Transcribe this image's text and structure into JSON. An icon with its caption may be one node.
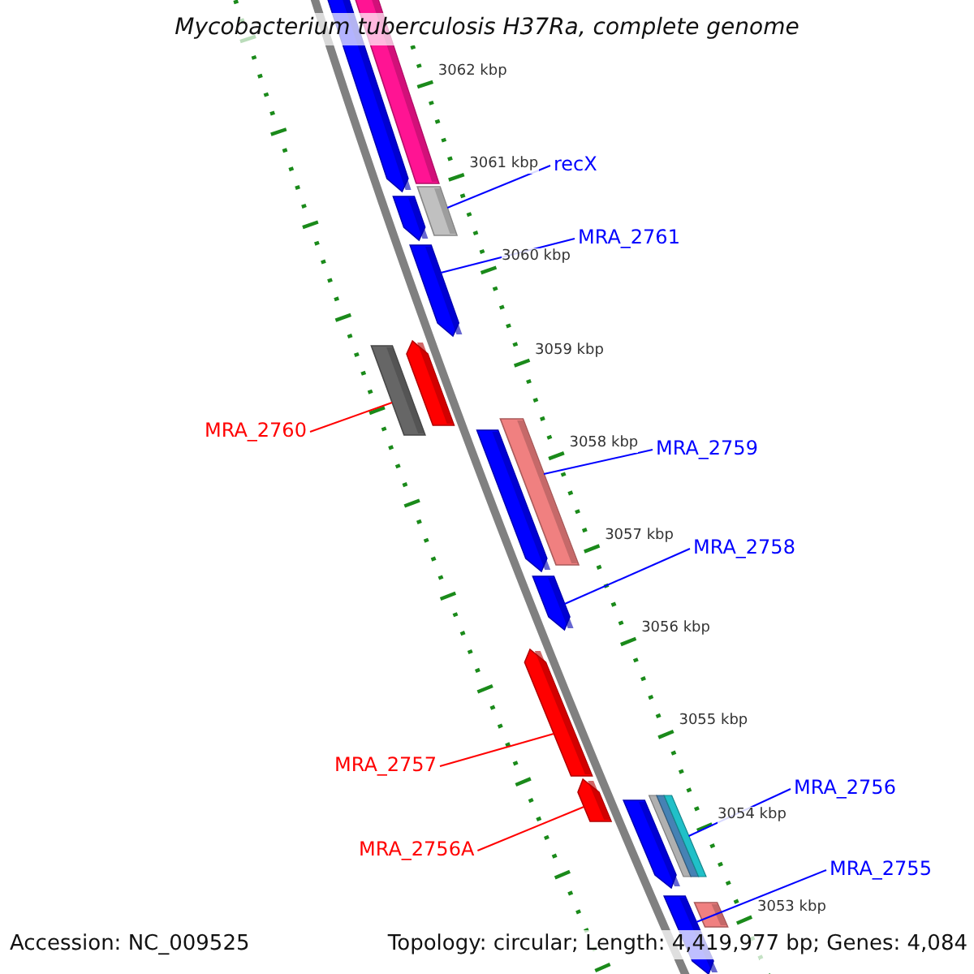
{
  "diagram": {
    "title": "Mycobacterium tuberculosis H37Ra, complete genome",
    "nodes": [
      {
        "text": [],
        "shape": "bar"
      },
      {
        "text": [],
        "shape": "arrow"
      },
      {
        "text": [
          "recX"
        ]
      },
      {
        "text": [],
        "shape": "bar"
      },
      {
        "text": [],
        "shape": "arrow"
      },
      {
        "text": [
          "MRA_2761"
        ]
      },
      {
        "text": [],
        "shape": "arrow"
      },
      {
        "text": [],
        "shape": "arrow"
      },
      {
        "text": [],
        "shape": "bar"
      },
      {
        "text": [],
        "shape": "bar"
      },
      {
        "text": [
          "MRA_2760"
        ]
      },
      {
        "text": [],
        "shape": "arrow"
      },
      {
        "text": [
          "MRA_2759"
        ]
      },
      {
        "text": [
          "MRA_2758"
        ]
      },
      {
        "text": [],
        "shape": "arrow"
      },
      {
        "text": [],
        "shape": "arrow"
      },
      {
        "text": [
          "MRA_2757"
        ]
      },
      {
        "text": [],
        "shape": "arrow"
      },
      {
        "text": [
          "MRA_2756"
        ]
      },
      {
        "text": [],
        "shape": "bar"
      },
      {
        "text": [],
        "shape": "arrow"
      },
      {
        "text": [
          "MRA_2756A"
        ]
      },
      {
        "text": [
          "MRA_2755"
        ]
      },
      {
        "text": [],
        "shape": "arrow"
      },
      {
        "text": [],
        "shape": "bar"
      }
    ],
    "edges": [
      {
        "from": 2,
        "to": 3,
        "arrow": "none"
      },
      {
        "from": 5,
        "to": 6,
        "arrow": "none"
      },
      {
        "from": 10,
        "to": 8,
        "arrow": "none",
        "color": "#ff0000"
      },
      {
        "from": 12,
        "to": 9,
        "arrow": "none"
      },
      {
        "from": 13,
        "to": 14,
        "arrow": "none"
      },
      {
        "from": 16,
        "to": 15,
        "arrow": "none",
        "color": "#ff0000"
      },
      {
        "from": 21,
        "to": 17,
        "arrow": "none",
        "color": "#ff0000"
      },
      {
        "from": 18,
        "to": 19,
        "arrow": "none"
      },
      {
        "from": 22,
        "to": 23,
        "arrow": "none"
      }
    ],
    "labels": [
      "3062 kbp",
      "3061 kbp",
      "3060 kbp",
      "3059 kbp",
      "3058 kbp",
      "3057 kbp",
      "3056 kbp",
      "3055 kbp",
      "3054 kbp",
      "3053 kbp",
      "Accession: NC_009525",
      "Topology: circular; Length: 4,419,977 bp; Genes: 4,084"
    ]
  }
}
